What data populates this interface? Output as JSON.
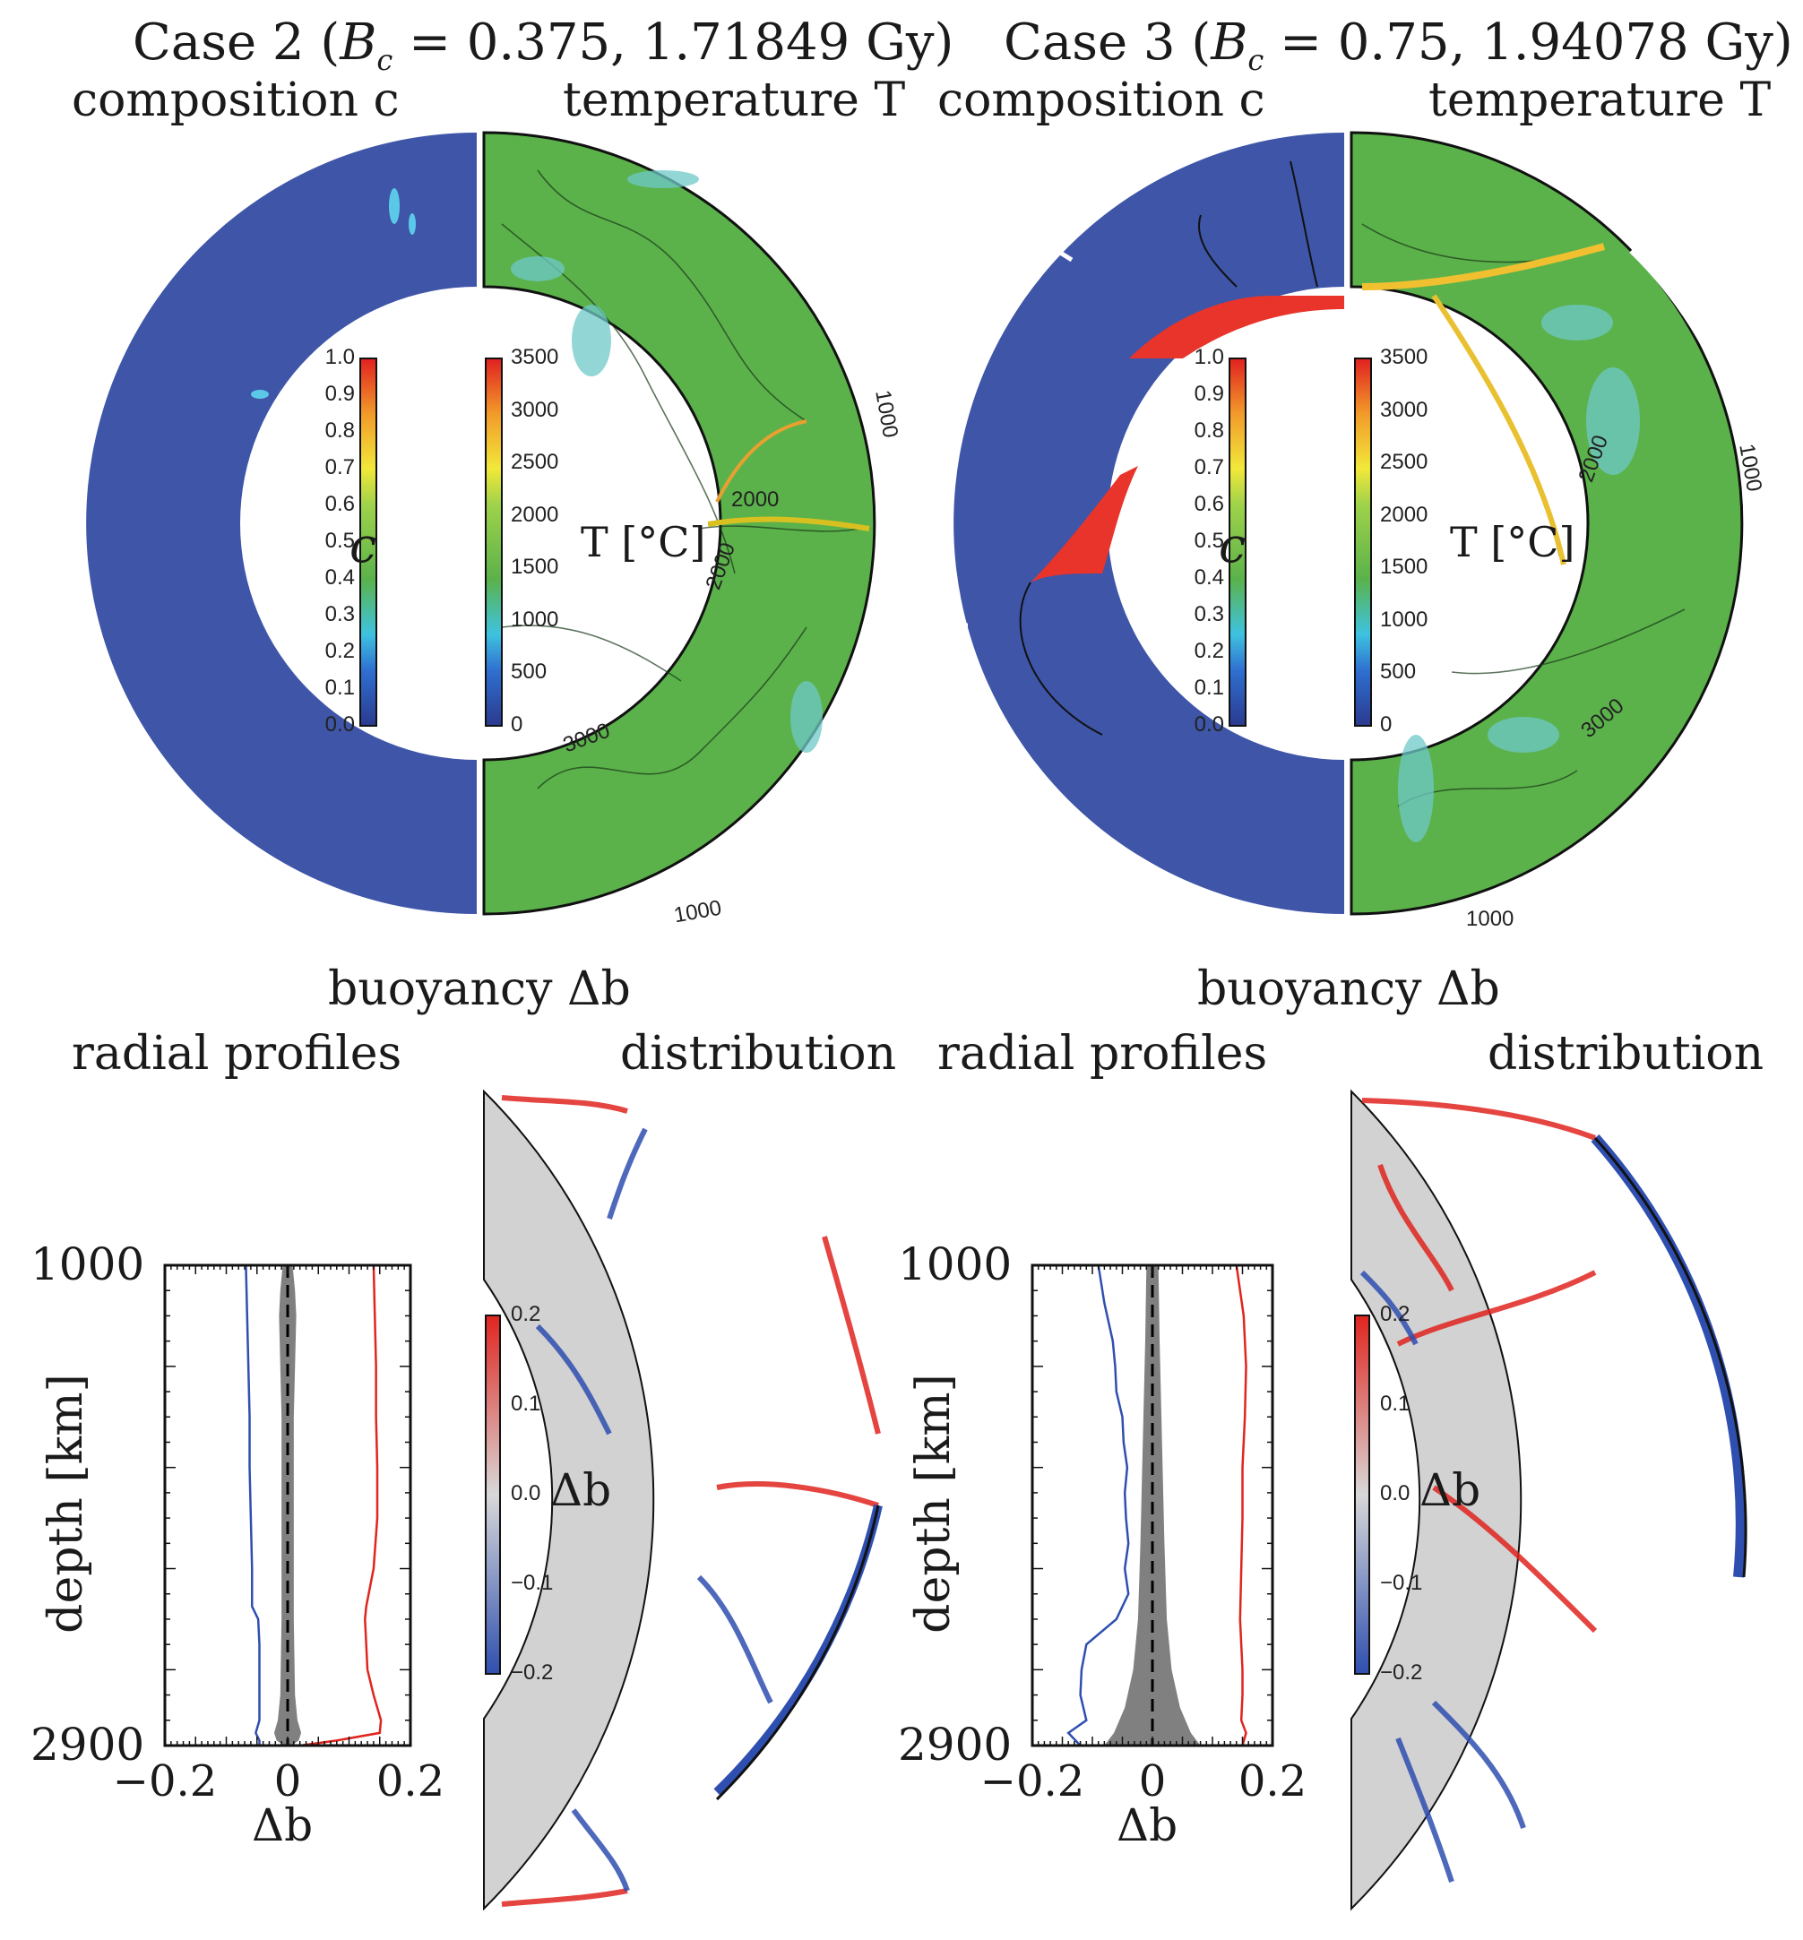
{
  "cases": [
    {
      "title": "Case 2 (B_c = 0.375, 1.71849 Gy)",
      "title_parts": {
        "prefix": "Case 2 (",
        "var": "B",
        "sub": "c",
        "rest": " = 0.375, 1.71849 Gy)"
      },
      "composition_label": "composition c",
      "temperature_label": "temperature T",
      "buoyancy_label": "buoyancy Δb",
      "profiles_label": "radial profiles",
      "distribution_label": "distribution",
      "c_ticks": [
        "1.0",
        "0.9",
        "0.8",
        "0.7",
        "0.6",
        "0.5",
        "0.4",
        "0.3",
        "0.2",
        "0.1",
        "0.0"
      ],
      "T_ticks": [
        "3500",
        "3000",
        "2500",
        "2000",
        "1500",
        "1000",
        "500",
        "0"
      ],
      "c_axis": "c",
      "T_axis": "T [°C]",
      "contour_labels": [
        "2000",
        "1000",
        "3000",
        "1000",
        "2000"
      ],
      "db_ticks": [
        "0.2",
        "0.1",
        "0.0",
        "−0.1",
        "−0.2"
      ],
      "db_axis": "Δb"
    },
    {
      "title": "Case 3 (B_c = 0.75, 1.94078 Gy)",
      "title_parts": {
        "prefix": "Case 3 (",
        "var": "B",
        "sub": "c",
        "rest": " = 0.75, 1.94078 Gy)"
      },
      "composition_label": "composition c",
      "temperature_label": "temperature T",
      "buoyancy_label": "buoyancy Δb",
      "profiles_label": "radial profiles",
      "distribution_label": "distribution",
      "c_ticks": [
        "1.0",
        "0.9",
        "0.8",
        "0.7",
        "0.6",
        "0.5",
        "0.4",
        "0.3",
        "0.2",
        "0.1",
        "0.0"
      ],
      "T_ticks": [
        "3500",
        "3000",
        "2500",
        "2000",
        "1500",
        "1000",
        "500",
        "0"
      ],
      "c_axis": "c",
      "T_axis": "T [°C]",
      "contour_labels": [
        "2000",
        "3000",
        "1000",
        "1000"
      ],
      "db_ticks": [
        "0.2",
        "0.1",
        "0.0",
        "−0.1",
        "−0.2"
      ],
      "db_axis": "Δb"
    }
  ],
  "chart_data": [
    {
      "type": "line",
      "title": "Case 2 radial profiles",
      "xlabel": "Δb",
      "ylabel": "depth [km]",
      "xlim": [
        -0.2,
        0.2
      ],
      "ylim": [
        2900,
        1000
      ],
      "x_ticks": [
        "−0.2",
        "0",
        "0.2"
      ],
      "y_ticks": [
        "1000",
        "2900"
      ],
      "series": [
        {
          "name": "min",
          "color": "#2f4fb0",
          "depth": [
            1000,
            1200,
            1400,
            1600,
            1800,
            2000,
            2200,
            2350,
            2400,
            2500,
            2600,
            2700,
            2800,
            2850,
            2880,
            2900
          ],
          "values": [
            -0.068,
            -0.066,
            -0.064,
            -0.062,
            -0.062,
            -0.06,
            -0.058,
            -0.058,
            -0.048,
            -0.046,
            -0.046,
            -0.046,
            -0.046,
            -0.052,
            -0.046,
            -0.046
          ]
        },
        {
          "name": "max",
          "color": "#e0251f",
          "depth": [
            1000,
            1200,
            1400,
            1600,
            1800,
            2000,
            2200,
            2350,
            2400,
            2500,
            2600,
            2700,
            2800,
            2850,
            2880,
            2900
          ],
          "values": [
            0.14,
            0.142,
            0.144,
            0.144,
            0.146,
            0.146,
            0.14,
            0.128,
            0.126,
            0.128,
            0.13,
            0.14,
            0.152,
            0.15,
            0.08,
            0.02
          ]
        },
        {
          "name": "mean",
          "color": "#000000",
          "dashed": true,
          "depth": [
            1000,
            2900
          ],
          "values": [
            0,
            0
          ]
        },
        {
          "name": "spread",
          "color": "#808080",
          "band": true,
          "depth": [
            1000,
            1100,
            1200,
            1600,
            2000,
            2400,
            2700,
            2800,
            2850,
            2880,
            2900
          ],
          "values": [
            0.008,
            0.012,
            0.014,
            0.01,
            0.01,
            0.01,
            0.012,
            0.016,
            0.022,
            0.018,
            0.006
          ]
        }
      ]
    },
    {
      "type": "line",
      "title": "Case 3 radial profiles",
      "xlabel": "Δb",
      "ylabel": "depth [km]",
      "xlim": [
        -0.2,
        0.2
      ],
      "ylim": [
        2900,
        1000
      ],
      "x_ticks": [
        "−0.2",
        "0",
        "0.2"
      ],
      "y_ticks": [
        "1000",
        "2900"
      ],
      "series": [
        {
          "name": "min",
          "color": "#2f4fb0",
          "depth": [
            1000,
            1150,
            1300,
            1400,
            1500,
            1600,
            1700,
            1800,
            1900,
            2000,
            2100,
            2200,
            2300,
            2400,
            2500,
            2600,
            2700,
            2800,
            2850,
            2900
          ],
          "values": [
            -0.09,
            -0.08,
            -0.066,
            -0.062,
            -0.06,
            -0.05,
            -0.048,
            -0.042,
            -0.046,
            -0.044,
            -0.04,
            -0.046,
            -0.04,
            -0.06,
            -0.11,
            -0.118,
            -0.12,
            -0.11,
            -0.14,
            -0.12
          ]
        },
        {
          "name": "max",
          "color": "#e0251f",
          "depth": [
            1000,
            1200,
            1400,
            1600,
            1800,
            2000,
            2200,
            2400,
            2600,
            2700,
            2800,
            2850,
            2900
          ],
          "values": [
            0.14,
            0.152,
            0.156,
            0.154,
            0.15,
            0.15,
            0.148,
            0.146,
            0.15,
            0.15,
            0.148,
            0.156,
            0.15
          ]
        },
        {
          "name": "mean",
          "color": "#000000",
          "dashed": true,
          "depth": [
            1000,
            2900
          ],
          "values": [
            0,
            0
          ]
        },
        {
          "name": "spread",
          "color": "#808080",
          "band": true,
          "depth": [
            1000,
            1300,
            1700,
            2100,
            2400,
            2600,
            2750,
            2850,
            2900
          ],
          "values": [
            0.01,
            0.012,
            0.016,
            0.02,
            0.024,
            0.032,
            0.046,
            0.064,
            0.08
          ]
        }
      ]
    }
  ],
  "colors": {
    "composition_bg": "#3e55a8",
    "mantle_green": "#5bb24a",
    "hot_red": "#e8342a",
    "buoyancy_bg": "#d0d0d0",
    "pos": "#e0251f",
    "neg": "#2f4fb0"
  }
}
